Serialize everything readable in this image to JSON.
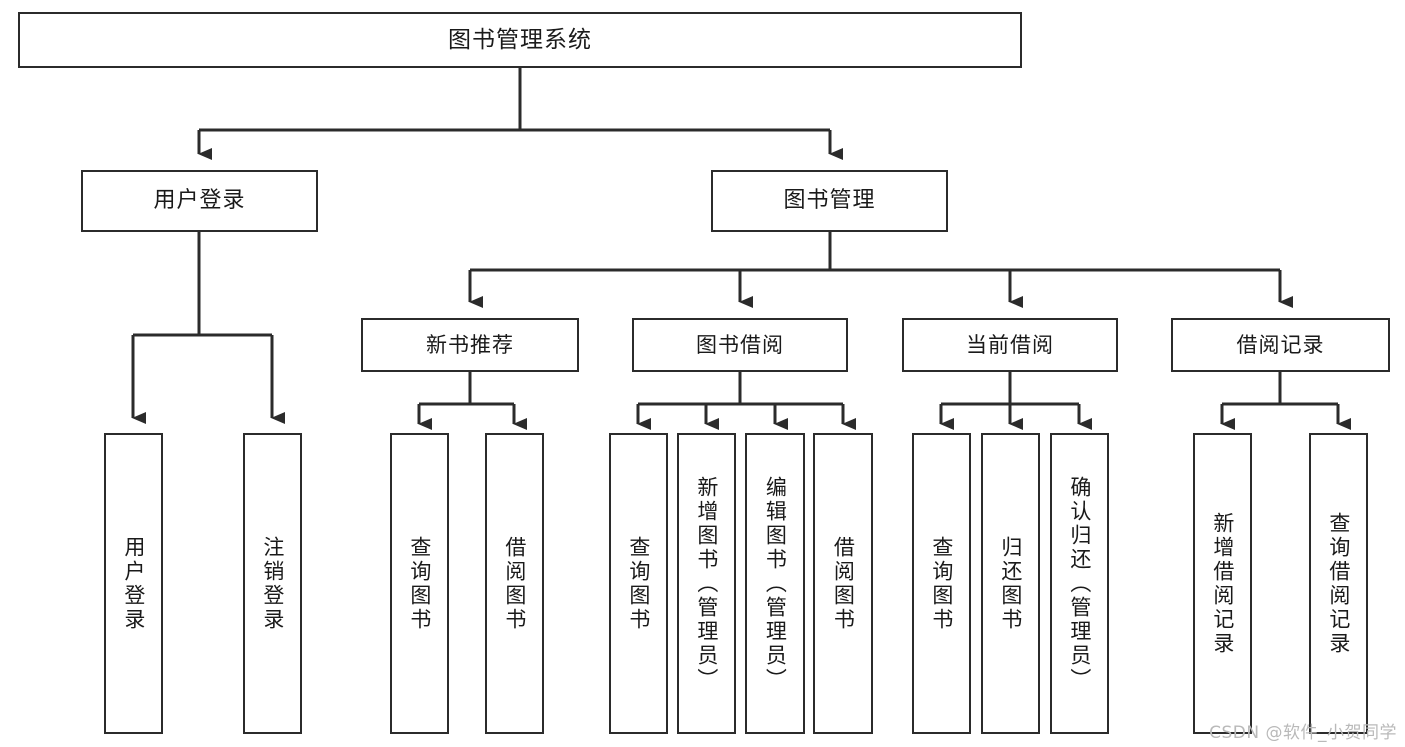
{
  "diagram": {
    "title": "图书管理系统",
    "type": "tree",
    "orientation": "top-down",
    "colors": {
      "box_border": "#2b2b2b",
      "box_fill": "#ffffff",
      "edge": "#2b2b2b",
      "text": "#1a1a1a",
      "watermark": "#b9b9b9",
      "background": "#ffffff"
    },
    "root": {
      "label": "图书管理系统"
    },
    "level1": [
      {
        "label": "用户登录"
      },
      {
        "label": "图书管理"
      }
    ],
    "level2": [
      {
        "label": "新书推荐"
      },
      {
        "label": "图书借阅"
      },
      {
        "label": "当前借阅"
      },
      {
        "label": "借阅记录"
      }
    ],
    "leaves": {
      "user_login": [
        {
          "label": "用户登录"
        },
        {
          "label": "注销登录"
        }
      ],
      "new_book_recommend": [
        {
          "label": "查询图书"
        },
        {
          "label": "借阅图书"
        }
      ],
      "book_borrow": [
        {
          "label": "查询图书"
        },
        {
          "label": "新增图书（管理员）"
        },
        {
          "label": "编辑图书（管理员）"
        },
        {
          "label": "借阅图书"
        }
      ],
      "current_borrow": [
        {
          "label": "查询图书"
        },
        {
          "label": "归还图书"
        },
        {
          "label": "确认归还（管理员）"
        }
      ],
      "borrow_record": [
        {
          "label": "新增借阅记录"
        },
        {
          "label": "查询借阅记录"
        }
      ]
    }
  },
  "watermark": {
    "text": "CSDN @软件_小贺同学"
  }
}
